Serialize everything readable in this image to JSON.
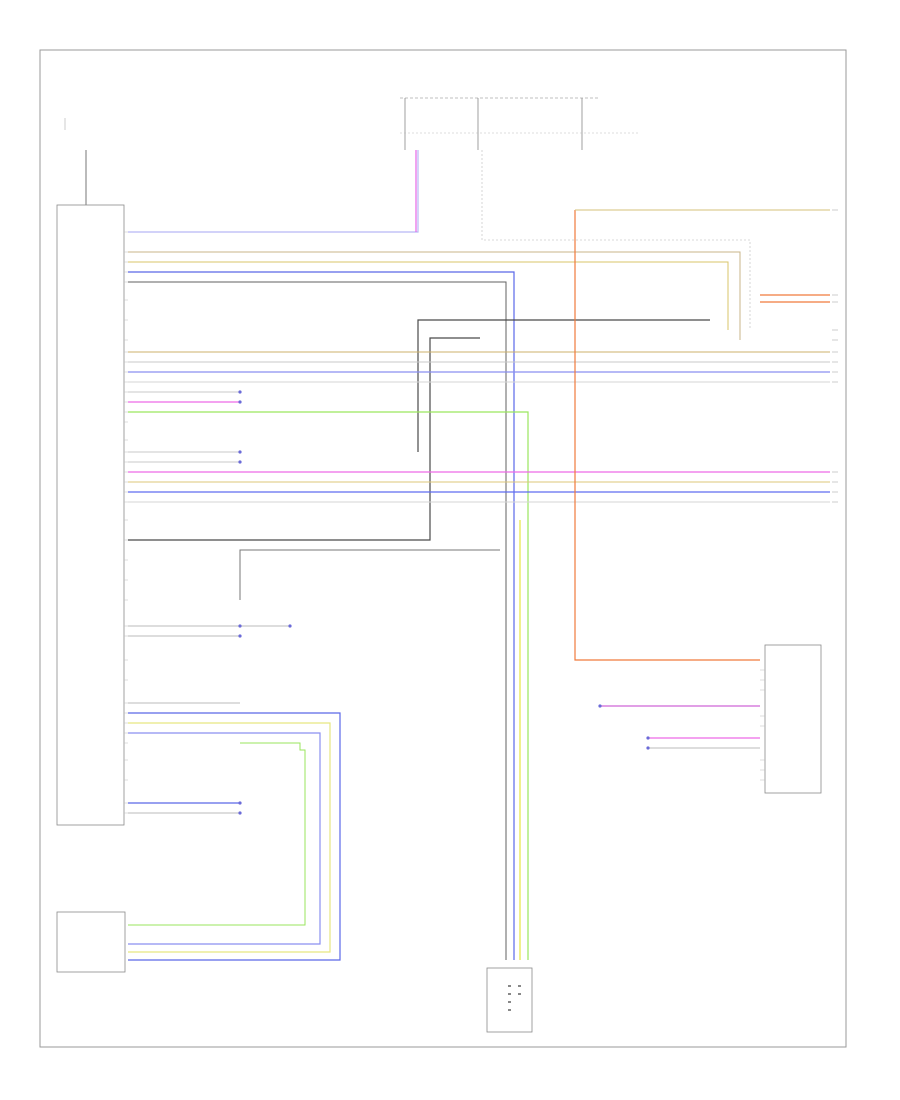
{
  "diagram": {
    "footer_code": "",
    "components": {
      "main_module": {
        "name_lines": [
          "",
          "",
          ""
        ],
        "top_label": "",
        "pin_labels_left": [
          "",
          "",
          "",
          "",
          "",
          "",
          "",
          "",
          "",
          "",
          "",
          "",
          "",
          "",
          "",
          "",
          "",
          "",
          "",
          "",
          "",
          "",
          "",
          "",
          "",
          "",
          "",
          ""
        ]
      },
      "left_bottom_module": {
        "name": "",
        "pins": [
          "",
          "",
          "",
          ""
        ]
      },
      "right_module": {
        "name_lines": [
          "",
          "",
          "",
          ""
        ],
        "pins": [
          "",
          "",
          "",
          "",
          ""
        ]
      },
      "bottom_connector": {
        "name_lines": [
          "",
          ""
        ],
        "bottom_label": ""
      },
      "usb_port": {
        "labels": [
          "",
          "",
          ""
        ]
      },
      "fuse_block": {
        "labels": [
          "",
          "",
          "",
          "",
          "",
          ""
        ]
      }
    },
    "wires": [
      {
        "id": "w1",
        "color": "#b7b7f5"
      },
      {
        "id": "w2",
        "color": "#c8b48a"
      },
      {
        "id": "w3",
        "color": "#d9c46a"
      },
      {
        "id": "w4",
        "color": "#5b67e8"
      },
      {
        "id": "w5",
        "color": "#606060"
      },
      {
        "id": "w6",
        "color": "#ccb16b"
      },
      {
        "id": "w7",
        "color": "#c8c8c8"
      },
      {
        "id": "w8",
        "color": "#8a8ff0"
      },
      {
        "id": "w9",
        "color": "#e566e5"
      },
      {
        "id": "w10",
        "color": "#9ae65e"
      },
      {
        "id": "w11",
        "color": "#ee6ae8"
      },
      {
        "id": "w12",
        "color": "#dcc77a"
      },
      {
        "id": "w13",
        "color": "#5f6cf0"
      },
      {
        "id": "w14",
        "color": "#d6d6d6"
      },
      {
        "id": "w15",
        "color": "#4a4a4a"
      },
      {
        "id": "w16",
        "color": "#f07a3c"
      },
      {
        "id": "w17",
        "color": "#d4e07a"
      },
      {
        "id": "w18",
        "color": "#cf66d6"
      }
    ]
  }
}
